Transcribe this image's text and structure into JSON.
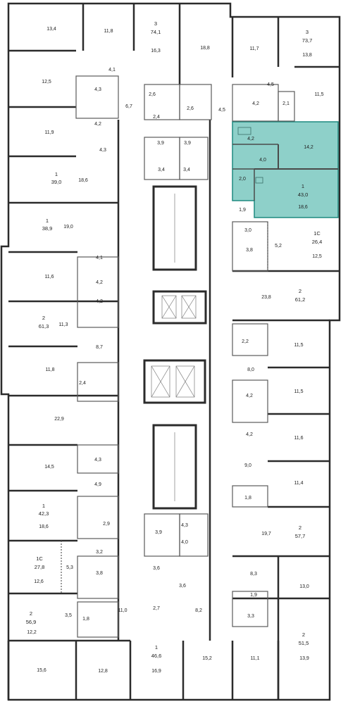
{
  "colors": {
    "wall": "#2b2b2b",
    "thin_wall": "#5a5a5a",
    "fixture": "#8a8a8a",
    "highlight_fill": "#8ed0c9",
    "highlight_stroke": "#1e8a80",
    "background": "#ffffff"
  },
  "highlighted_apartment": {
    "rooms": 1,
    "total_area": "43,0",
    "room_areas": [
      "4,2",
      "14,2",
      "4,0",
      "2,0",
      "18,6"
    ]
  },
  "apartment_labels": [
    {
      "rooms": "3",
      "total": "74,1"
    },
    {
      "rooms": "3",
      "total": "73,7"
    },
    {
      "rooms": "1",
      "total": "39,0"
    },
    {
      "rooms": "1",
      "total": "38,9"
    },
    {
      "rooms": "1",
      "total": "43,0"
    },
    {
      "rooms": "1C",
      "total": "26,4"
    },
    {
      "rooms": "2",
      "total": "61,2"
    },
    {
      "rooms": "2",
      "total": "61,3"
    },
    {
      "rooms": "1",
      "total": "42,3"
    },
    {
      "rooms": "2",
      "total": "57,7"
    },
    {
      "rooms": "1C",
      "total": "27,8"
    },
    {
      "rooms": "2",
      "total": "56,9"
    },
    {
      "rooms": "2",
      "total": "51,5"
    },
    {
      "rooms": "1",
      "total": "46,6"
    }
  ],
  "room_areas": [
    "13,4",
    "11,8",
    "16,3",
    "18,8",
    "11,7",
    "13,8",
    "4,1",
    "12,5",
    "4,3",
    "6,7",
    "2,6",
    "2,4",
    "2,6",
    "4,5",
    "4,5",
    "11,5",
    "4,2",
    "2,1",
    "11,9",
    "4,2",
    "4,3",
    "3,9",
    "3,9",
    "18,6",
    "3,4",
    "3,4",
    "1,9",
    "19,0",
    "3,0",
    "5,2",
    "12,5",
    "4,1",
    "3,8",
    "11,6",
    "4,2",
    "23,8",
    "4,2",
    "11,3",
    "2,2",
    "11,5",
    "8,7",
    "8,0",
    "11,8",
    "2,4",
    "4,2",
    "11,5",
    "22,9",
    "4,2",
    "11,6",
    "4,3",
    "9,0",
    "14,5",
    "4,9",
    "11,4",
    "1,8",
    "2,9",
    "4,3",
    "3,9",
    "4,0",
    "18,6",
    "19,7",
    "3,2",
    "3,6",
    "8,3",
    "5,3",
    "3,8",
    "12,6",
    "3,6",
    "13,0",
    "1,9",
    "2,7",
    "8,2",
    "3,5",
    "1,8",
    "11,0",
    "3,3",
    "12,2",
    "15,6",
    "12,8",
    "16,9",
    "15,2",
    "11,1",
    "13,9"
  ]
}
